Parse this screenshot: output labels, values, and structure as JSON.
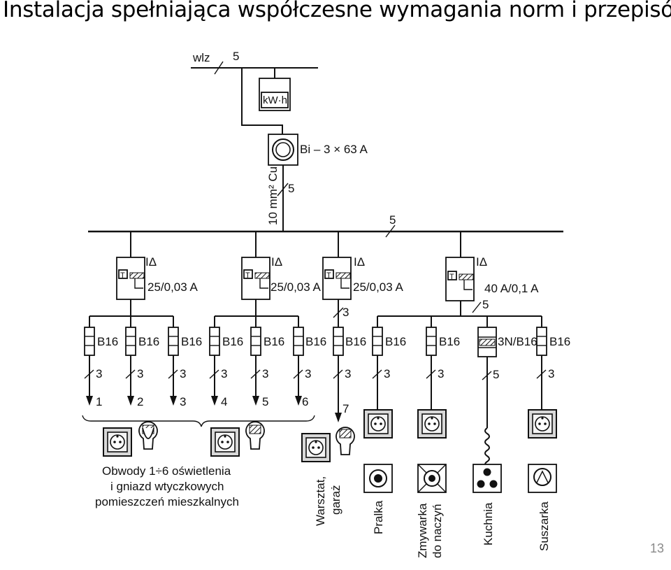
{
  "title": "Instalacja spełniająca współczesne wymagania norm i przepisów:",
  "page_number": "13",
  "supply": {
    "wlz_label": "wlz",
    "wlz_conductors": "5",
    "meter_label": "kW·h",
    "main_breaker": "Bi – 3 × 63 A",
    "cable_label": "10 mm² Cu",
    "cable_conductors": "5",
    "bus_conductors": "5"
  },
  "rcds": [
    {
      "symbol": "IΔ",
      "rating": "25/0,03 A",
      "t_label": "T"
    },
    {
      "symbol": "IΔ",
      "rating": "25/0,03 A",
      "t_label": "T"
    },
    {
      "symbol": "IΔ",
      "rating": "25/0,03 A",
      "t_label": "T"
    },
    {
      "symbol": "IΔ",
      "rating": "40 A/0,1 A",
      "t_label": "T",
      "out_conductors": "5"
    }
  ],
  "rcd3_out_conductors": "3",
  "breakers": [
    {
      "label": "B16",
      "conductors": "3",
      "circuit": "1"
    },
    {
      "label": "B16",
      "conductors": "3",
      "circuit": "2"
    },
    {
      "label": "B16",
      "conductors": "3",
      "circuit": "3"
    },
    {
      "label": "B16",
      "conductors": "3",
      "circuit": "4"
    },
    {
      "label": "B16",
      "conductors": "3",
      "circuit": "5"
    },
    {
      "label": "B16",
      "conductors": "3",
      "circuit": "6"
    },
    {
      "label": "B16",
      "conductors": "3",
      "circuit": "7"
    },
    {
      "label": "B16",
      "conductors": "3"
    },
    {
      "label": "B16",
      "conductors": "3"
    },
    {
      "label": "3N/B16",
      "conductors": "5"
    },
    {
      "label": "B16",
      "conductors": "3"
    }
  ],
  "groups": {
    "residential": [
      "Obwody 1÷6 oświetlenia",
      "i gniazd wtyczkowych",
      "pomieszczeń mieszkalnych"
    ],
    "workshop": [
      "Warsztat,",
      "garaż"
    ]
  },
  "appliances": [
    {
      "label": "Pralka",
      "icon": "washing-machine-icon"
    },
    {
      "label": "Zmywarka",
      "label2": "do naczyń",
      "icon": "dishwasher-icon"
    },
    {
      "label": "Kuchnia",
      "icon": "electric-stove-icon"
    },
    {
      "label": "Suszarka",
      "icon": "dryer-icon"
    }
  ]
}
